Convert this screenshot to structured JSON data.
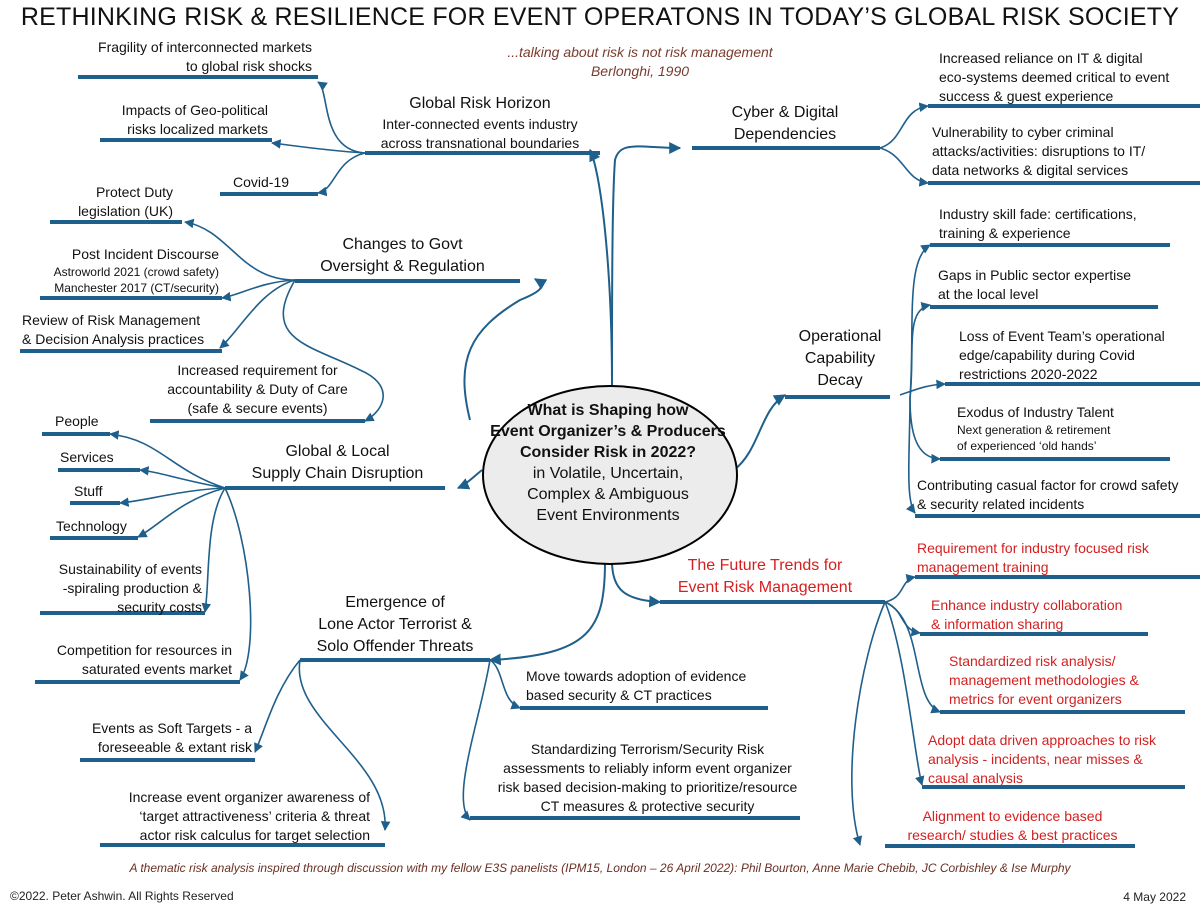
{
  "title": "RETHINKING RISK & RESILIENCE FOR EVENT OPERATONS IN TODAY’S GLOBAL RISK SOCIETY",
  "quote": [
    "...talking about risk is not risk management",
    "Berlonghi, 1990"
  ],
  "center": {
    "bold": [
      "What is Shaping how",
      "Event Organizer’s & Producers",
      "Consider Risk in 2022?"
    ],
    "normal": [
      "in Volatile, Uncertain,",
      "Complex & Ambiguous",
      "Event Environments"
    ]
  },
  "hubs": {
    "global_risk": {
      "title": "Global Risk Horizon",
      "subtitle": [
        "Inter-connected events industry",
        "across transnational boundaries"
      ]
    },
    "cyber": [
      "Cyber & Digital",
      "Dependencies"
    ],
    "govt": [
      "Changes to Govt",
      "Oversight & Regulation"
    ],
    "operational": [
      "Operational",
      "Capability",
      "Decay"
    ],
    "supply": [
      "Global & Local",
      "Supply Chain Disruption"
    ],
    "future": [
      "The Future Trends for",
      "Event Risk Management"
    ],
    "terror": [
      "Emergence of",
      "Lone Actor Terrorist &",
      "Solo Offender Threats"
    ]
  },
  "leaves": {
    "fragility": [
      "Fragility of interconnected markets",
      "to global risk shocks"
    ],
    "geopolitical": [
      "Impacts of Geo-political",
      "risks localized markets"
    ],
    "covid": [
      "Covid-19"
    ],
    "protect_duty": [
      "Protect Duty",
      "legislation  (UK)"
    ],
    "post_incident": [
      "Post Incident Discourse",
      "Astroworld 2021 (crowd safety)",
      "Manchester 2017 (CT/security)"
    ],
    "review": [
      "Review of Risk Management",
      "& Decision Analysis practices"
    ],
    "accountability": [
      "Increased requirement for",
      "accountability & Duty of Care",
      "(safe & secure events)"
    ],
    "people": [
      "People"
    ],
    "services": [
      "Services"
    ],
    "stuff": [
      "Stuff"
    ],
    "technology": [
      "Technology"
    ],
    "sustainability": [
      "Sustainability of events",
      "-spiraling production &",
      "security costs"
    ],
    "competition": [
      "Competition for resources in",
      "saturated events market"
    ],
    "soft_targets": [
      "Events as Soft Targets - a",
      "foreseeable & extant risk"
    ],
    "awareness": [
      "Increase event organizer awareness of",
      "‘target attractiveness’ criteria & threat",
      "actor risk calculus for target selection"
    ],
    "evidence_security": [
      "Move towards adoption of evidence",
      "based security & CT practices"
    ],
    "standardizing": [
      "Standardizing Terrorism/Security Risk",
      "assessments to reliably inform event organizer",
      "risk based decision-making to prioritize/resource",
      "CT measures & protective security"
    ],
    "it_reliance": [
      "Increased reliance on IT & digital",
      "eco-systems deemed critical to event",
      "success & guest experience"
    ],
    "vulnerability": [
      "Vulnerability to cyber criminal",
      "attacks/activities: disruptions to IT/",
      "data networks & digital services"
    ],
    "skill_fade": [
      "Industry skill fade: certifications,",
      "training & experience"
    ],
    "gaps": [
      "Gaps in Public sector expertise",
      "at the local level"
    ],
    "loss_edge": [
      "Loss of Event Team’s operational",
      "edge/capability during Covid",
      "restrictions 2020-2022"
    ],
    "exodus": {
      "title": "Exodus of Industry Talent",
      "small": [
        "Next generation & retirement",
        "of experienced ‘old hands’"
      ]
    },
    "contributing": [
      "Contributing casual factor for crowd safety",
      "& security related incidents"
    ],
    "training": [
      "Requirement for industry focused risk",
      "management training"
    ],
    "collaboration": [
      "Enhance industry collaboration",
      "& information sharing"
    ],
    "standardized": [
      "Standardized risk analysis/",
      "management methodologies &",
      "metrics for event organizers"
    ],
    "data_driven": [
      "Adopt data driven approaches to risk",
      "analysis -  incidents, near misses &",
      "causal analysis"
    ],
    "alignment": [
      "Alignment to evidence based",
      "research/ studies & best practices"
    ]
  },
  "footer": "A thematic risk analysis inspired through discussion with my fellow E3S panelists (IPM15, London – 26 April 2022): Phil Bourton, Anne Marie Chebib,  JC Corbishley & Ise Murphy",
  "copyright": "©2022. Peter Ashwin. All Rights Reserved",
  "date": "4 May 2022",
  "colors": {
    "line": "#1f5f8b",
    "bar": "#1f5f8b",
    "red_text": "#d42020",
    "quote_text": "#7a3b2e",
    "ellipse_fill": "#ececec"
  }
}
